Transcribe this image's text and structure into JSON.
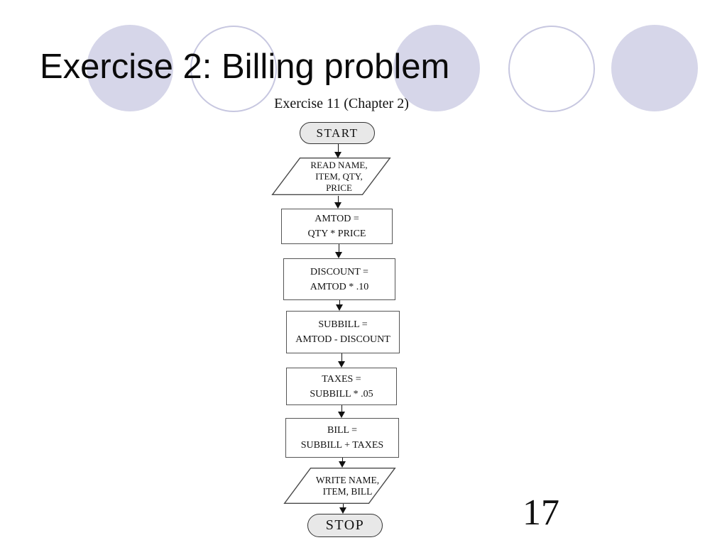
{
  "slide": {
    "title": "Exercise 2: Billing problem",
    "subtitle": "Exercise 11 (Chapter 2)",
    "page_number": "17",
    "colors": {
      "background": "#ffffff",
      "title_text": "#0b0b0b",
      "body_text": "#111111",
      "circle_fill": "#d6d6e9",
      "circle_outline_stroke": "#c7c7e0",
      "terminator_fill": "#e8e8e8",
      "shape_border": "#333333",
      "process_border": "#555555",
      "arrow_color": "#111111"
    },
    "decorations": {
      "circles": [
        {
          "style": "filled"
        },
        {
          "style": "outlined"
        },
        {
          "style": "filled"
        },
        {
          "style": "outlined"
        },
        {
          "style": "filled"
        }
      ]
    }
  },
  "flowchart": {
    "nodes": [
      {
        "type": "terminator",
        "label": "START"
      },
      {
        "type": "input-output",
        "text": "READ NAME,\nITEM, QTY,\nPRICE"
      },
      {
        "type": "process",
        "text": "AMTOD =\nQTY * PRICE"
      },
      {
        "type": "process",
        "text": "DISCOUNT =\nAMTOD * .10"
      },
      {
        "type": "process",
        "text": "SUBBILL =\nAMTOD - DISCOUNT"
      },
      {
        "type": "process",
        "text": "TAXES =\nSUBBILL * .05"
      },
      {
        "type": "process",
        "text": "BILL =\nSUBBILL + TAXES"
      },
      {
        "type": "input-output",
        "text": "WRITE NAME,\nITEM, BILL"
      },
      {
        "type": "terminator",
        "label": "STOP"
      }
    ]
  }
}
